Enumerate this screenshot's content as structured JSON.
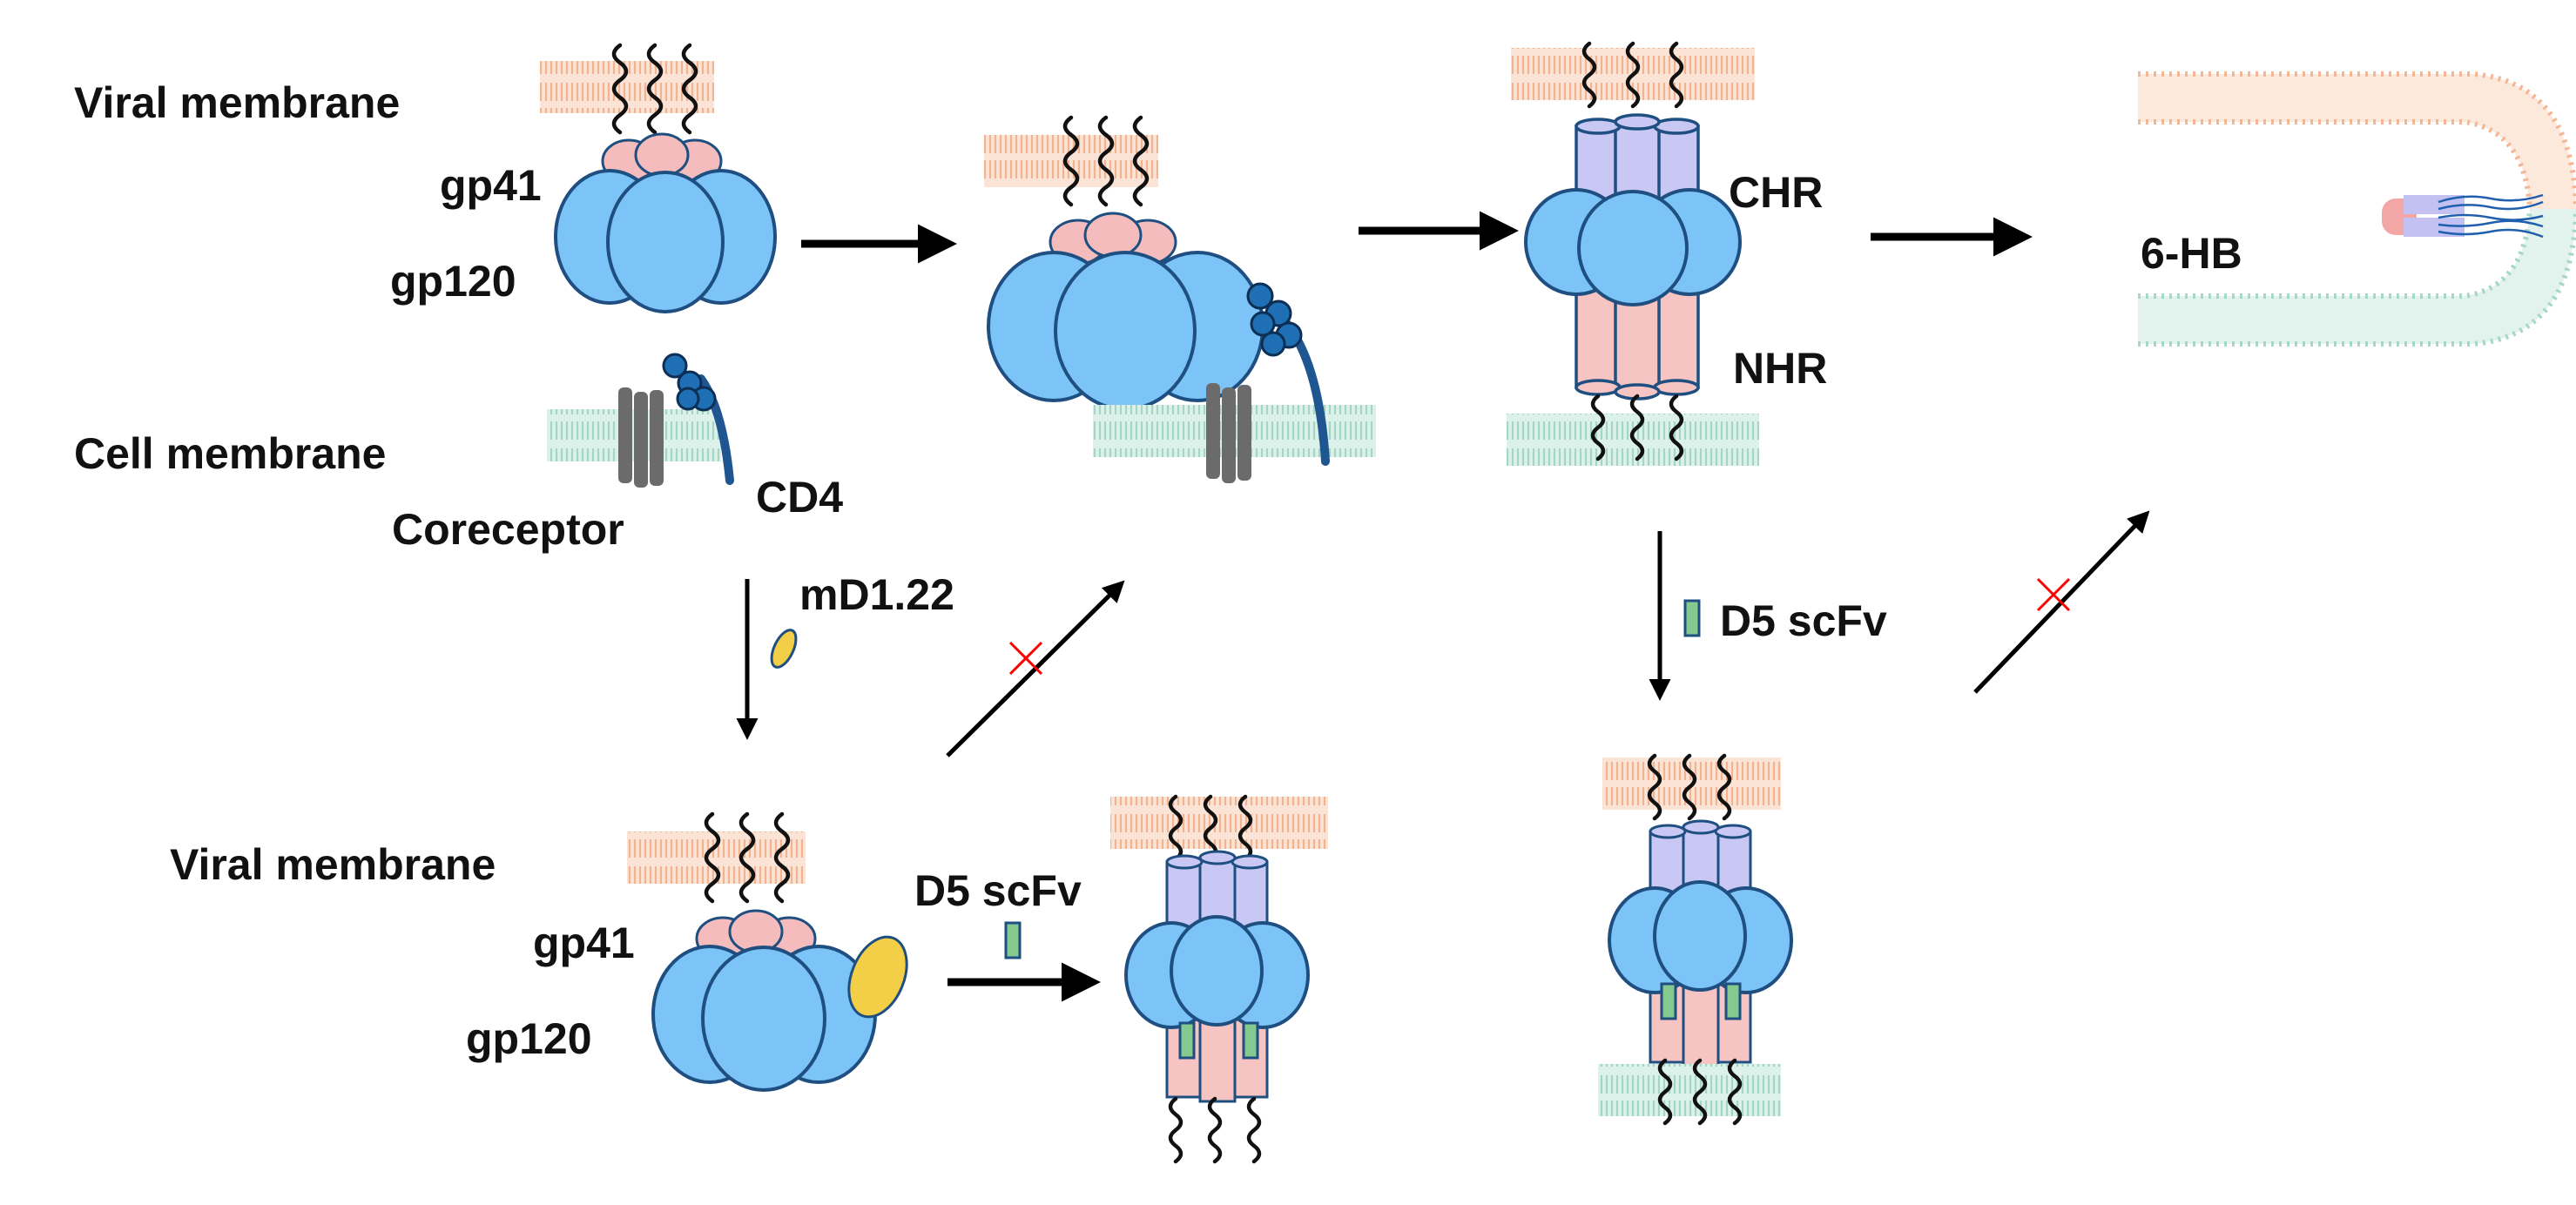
{
  "labels": {
    "viral_membrane_top": "Viral membrane",
    "gp41_top": "gp41",
    "gp120_top": "gp120",
    "cell_membrane": "Cell membrane",
    "coreceptor": "Coreceptor",
    "cd4": "CD4",
    "chr": "CHR",
    "nhr": "NHR",
    "six_hb": "6-HB",
    "md122": "mD1.22",
    "d5_scfv_right": "D5 scFv",
    "viral_membrane_bottom": "Viral membrane",
    "gp41_bottom": "gp41",
    "gp120_bottom": "gp120",
    "d5_scfv_bottom": "D5 scFv"
  },
  "colors": {
    "viral_membrane": "#f7c9ad",
    "cell_membrane": "#bfe3d6",
    "gp120": "#7cc4f7",
    "gp41": "#f4bcbc",
    "chr_helix": "#c9c8f4",
    "nhr_helix": "#f6c4c2",
    "cd4": "#1f5590",
    "coreceptor": "#6b6b6b",
    "md122": "#f2cf46",
    "d5_scfv": "#86c98f",
    "arrow": "#000000",
    "block_mark": "#ff0000"
  },
  "icons": [
    "membrane",
    "gp120-trimer",
    "gp41-trimer",
    "cd4-receptor",
    "coreceptor",
    "helix-bundle",
    "md122-inhibitor",
    "d5-scfv-antibody",
    "arrow",
    "block-cross"
  ]
}
